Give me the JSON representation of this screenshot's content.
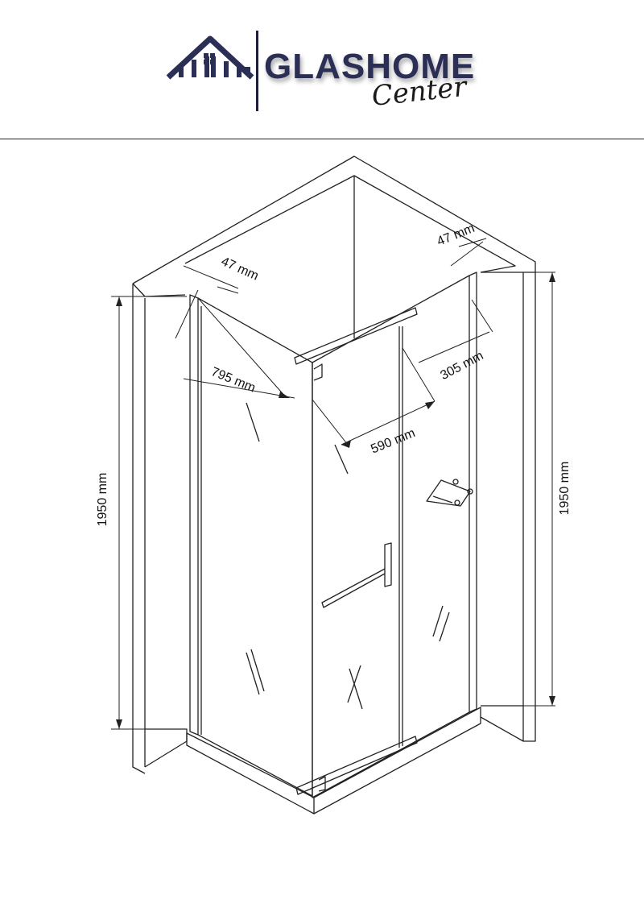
{
  "brand": {
    "name": "GLASHOME",
    "tagline": "Center"
  },
  "dimensions": {
    "height_left": "1950 mm",
    "height_right": "1950 mm",
    "width_side": "795 mm",
    "width_front": "590 mm",
    "door_panel": "305 mm",
    "profile_left": "47 mm",
    "profile_right": "47 mm"
  }
}
